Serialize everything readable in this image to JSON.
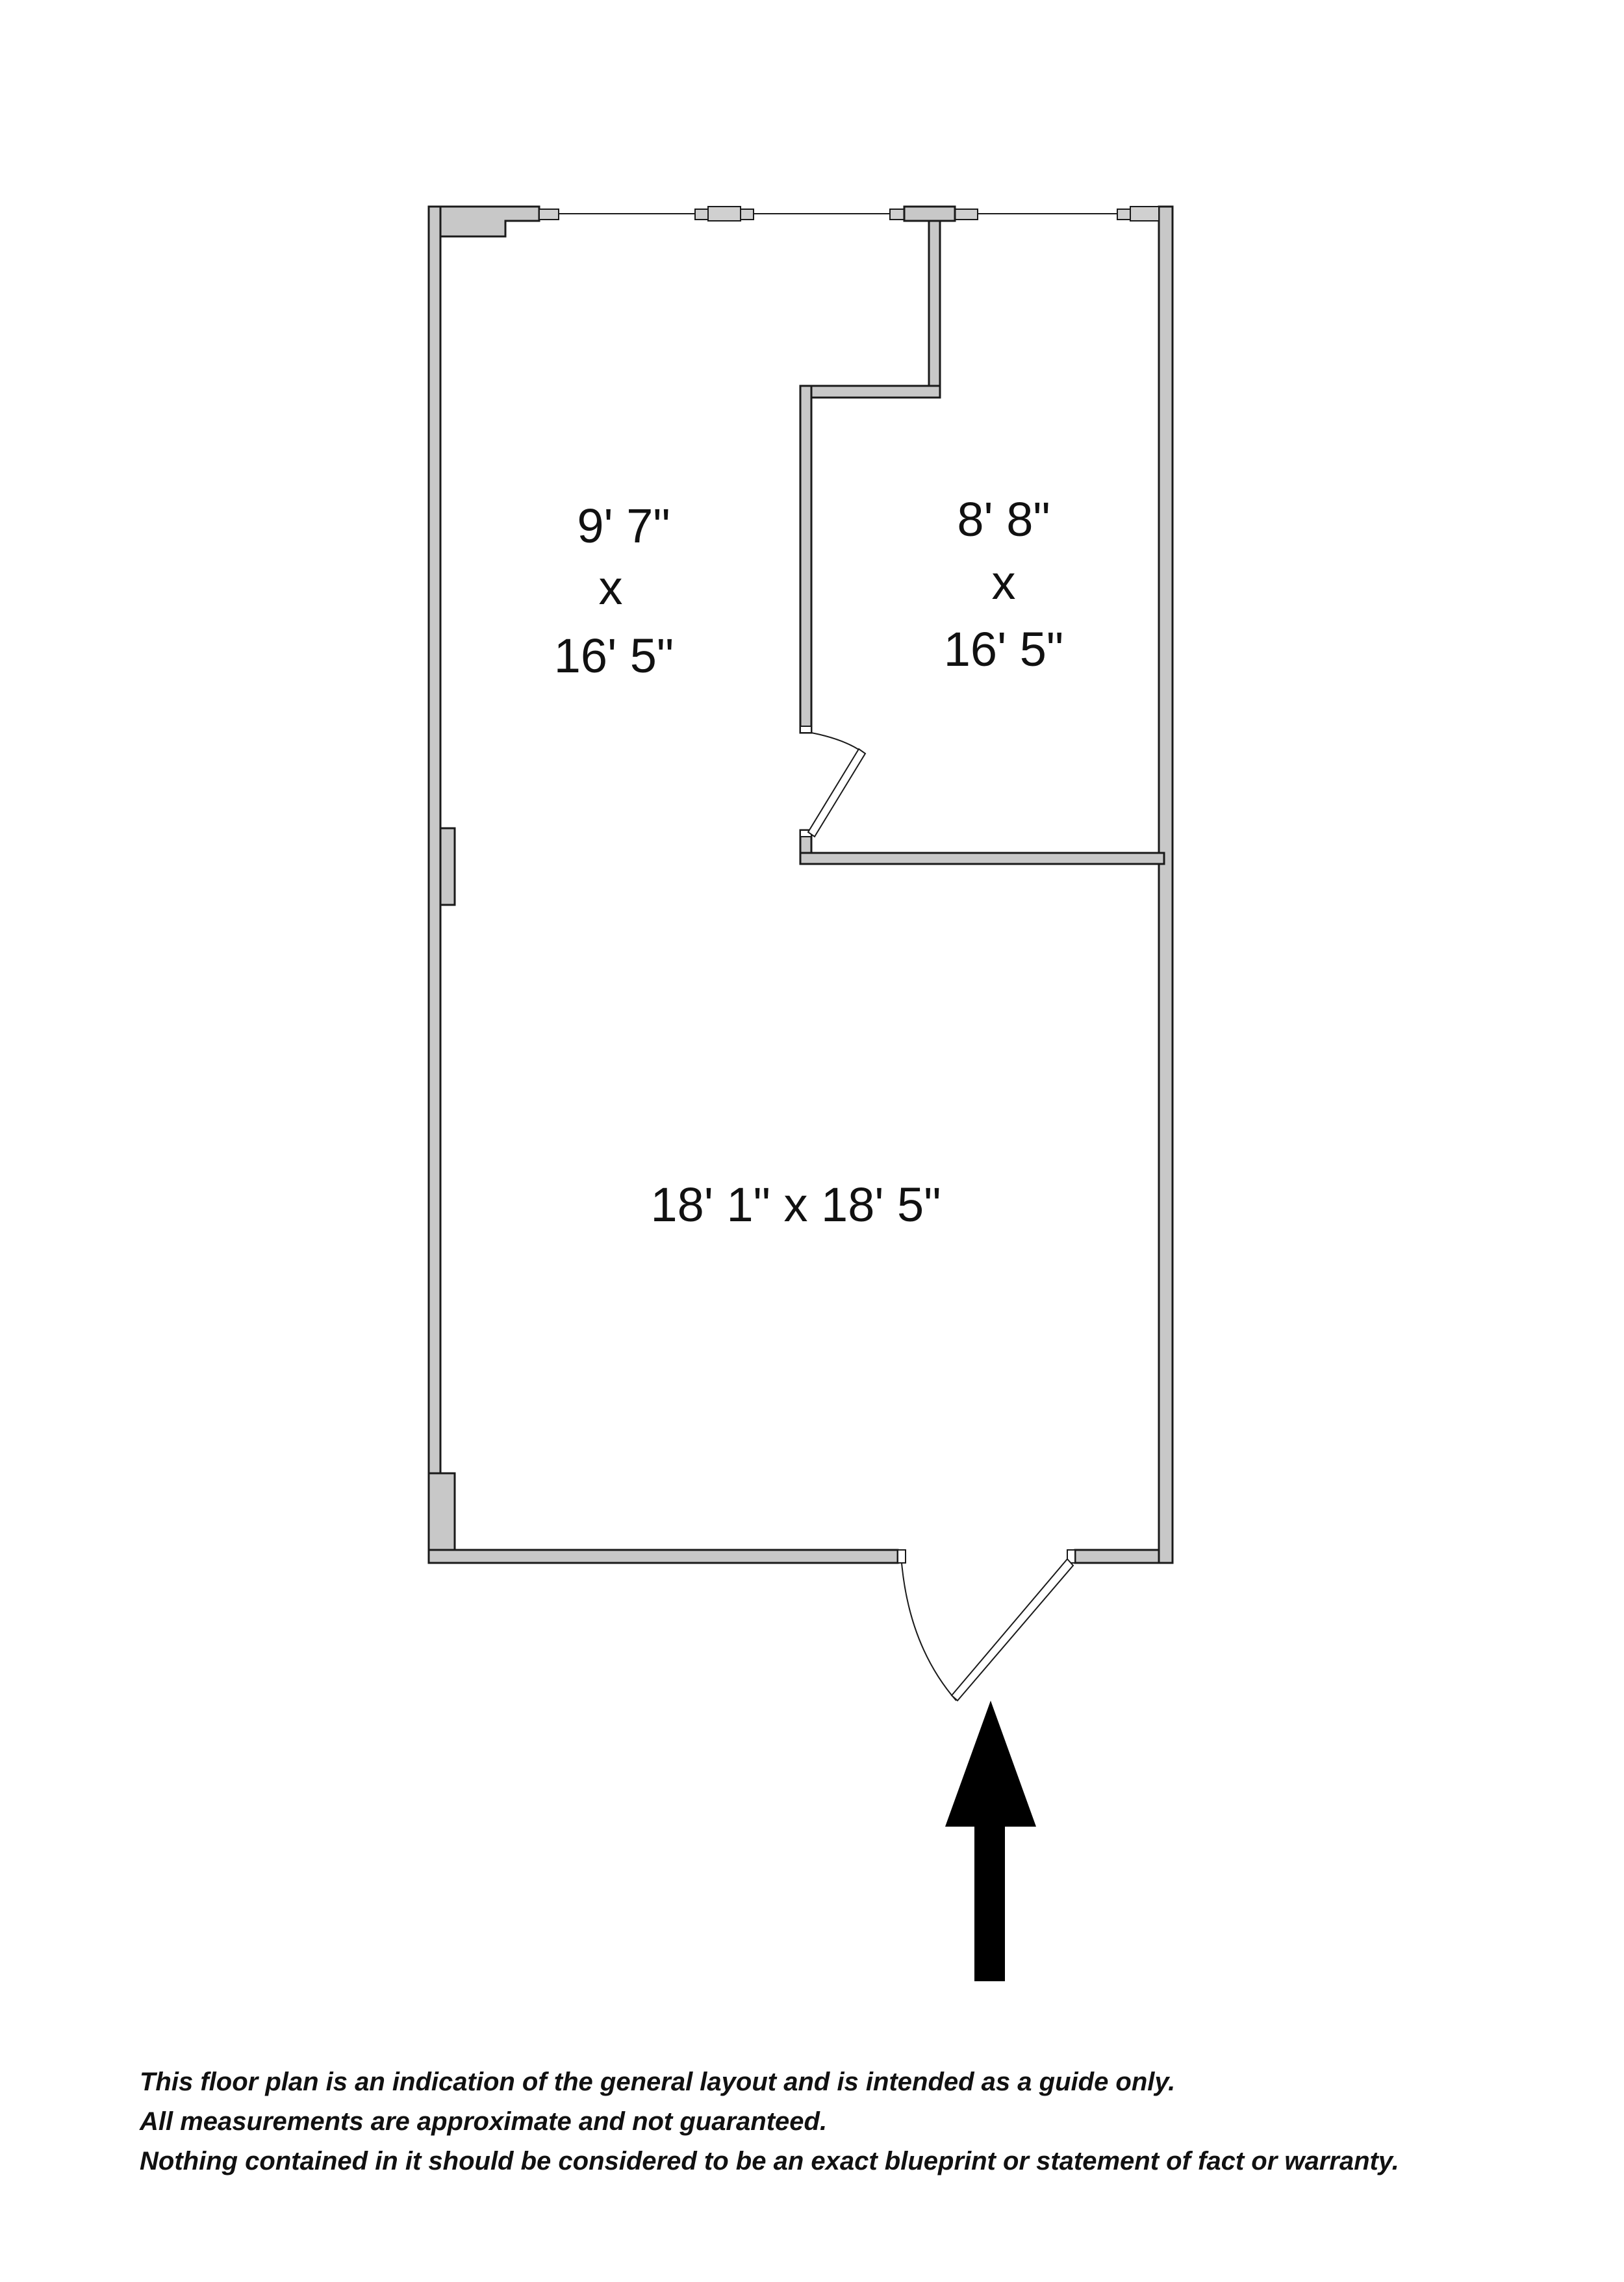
{
  "rooms": {
    "left_room": {
      "line1": "9' 7\"",
      "line2": "x",
      "line3": "16' 5\""
    },
    "right_room": {
      "line1": "8' 8\"",
      "line2": "x",
      "line3": "16' 5\""
    },
    "main_room": {
      "label": "18' 1\" x 18' 5\""
    }
  },
  "disclaimer": {
    "line1": "This floor plan is an indication of the general layout and is intended as a guide only.",
    "line2": "All measurements are approximate and not guaranteed.",
    "line3": "Nothing contained in it should be considered to be an exact blueprint or statement of fact or warranty."
  },
  "colors": {
    "wall_fill": "#c8c8c8",
    "line": "#1a1a1a",
    "arrow": "#000000"
  }
}
